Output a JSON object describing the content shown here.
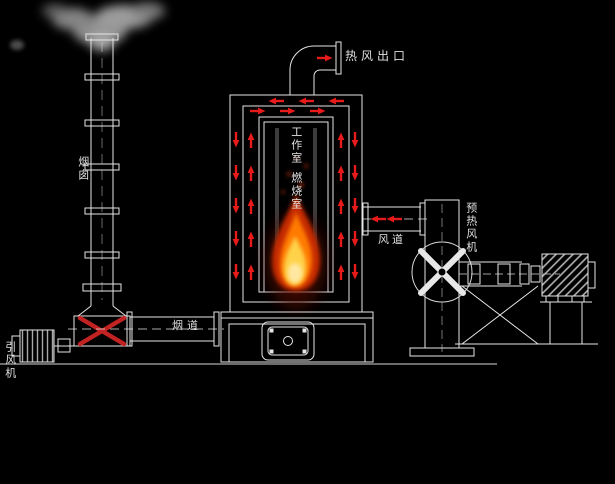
{
  "labels": {
    "hot_air_outlet": "热风出口",
    "working_chamber": "工作室",
    "combustion_chamber": "燃烧室",
    "air_duct": "风道",
    "preheat_fan": "预热风机",
    "chimney": "烟囱",
    "flue_duct": "烟道",
    "induced_draft_fan": "引风机"
  },
  "colors": {
    "background": "#000000",
    "line": "#e6e6e6",
    "arrow": "#e81a1a",
    "fan_blade_red": "#c22222",
    "flame_outer": "#c62a05",
    "flame_mid": "#ff7a00",
    "flame_core": "#ffd24a",
    "smoke": "#8f8f8f",
    "label_text": "#e0e0e0"
  }
}
